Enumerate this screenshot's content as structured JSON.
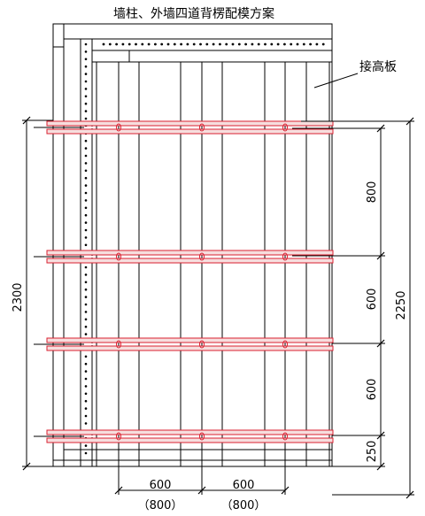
{
  "title": "墙柱、外墙四道背楞配模方案",
  "callout": "接高板",
  "dimensions": {
    "vertical_right": [
      "800",
      "600",
      "600",
      "250"
    ],
    "vertical_total_right": "2250",
    "vertical_total_left": "2300",
    "horizontal": [
      "600",
      "600"
    ],
    "horizontal_alt": [
      "（800）",
      "（800）"
    ]
  },
  "colors": {
    "line": "#000000",
    "waler": "#d92030",
    "waler_fill": "#f6dede"
  }
}
